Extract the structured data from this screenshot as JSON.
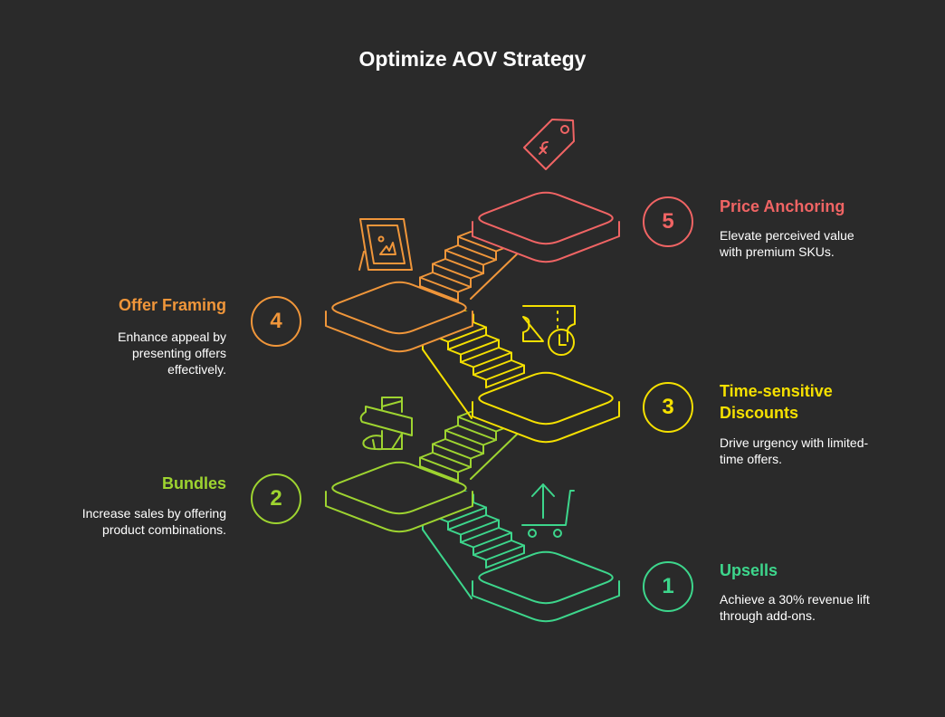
{
  "title": "Optimize AOV Strategy",
  "colors": {
    "background": "#2a2a2a",
    "step1": "#3dd68c",
    "step2": "#9ed430",
    "step3": "#f5e000",
    "step4": "#f0963a",
    "step5": "#f06464"
  },
  "steps": [
    {
      "number": "1",
      "heading": "Upsells",
      "heading_line2": "",
      "description": "Achieve a 30% revenue lift through add-ons.",
      "icon": "cart-upload-icon"
    },
    {
      "number": "2",
      "heading": "Bundles",
      "heading_line2": "",
      "description": "Increase sales by offering product combinations.",
      "icon": "scroll-banner-icon"
    },
    {
      "number": "3",
      "heading": "Time-sensitive",
      "heading_line2": "Discounts",
      "description": "Drive urgency with limited-time offers.",
      "icon": "ticket-clock-icon"
    },
    {
      "number": "4",
      "heading": "Offer Framing",
      "heading_line2": "",
      "description": "Enhance appeal by presenting offers effectively.",
      "icon": "picture-frame-icon"
    },
    {
      "number": "5",
      "heading": "Price Anchoring",
      "heading_line2": "",
      "description": "Elevate perceived value with premium SKUs.",
      "icon": "price-tag-icon"
    }
  ]
}
